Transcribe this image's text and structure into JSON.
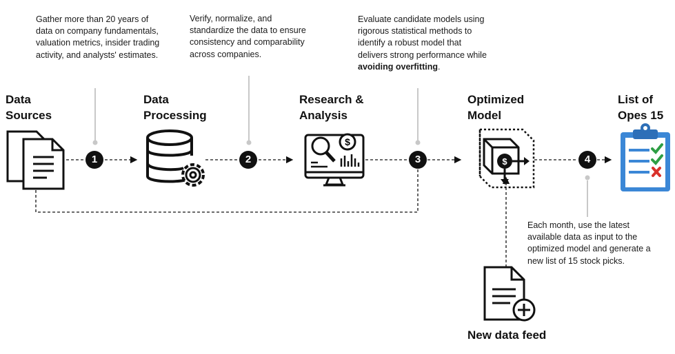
{
  "steps": [
    {
      "number": "1",
      "title_lines": [
        "Data",
        "Sources"
      ],
      "description": "Gather more than 20 years of data on company fundamentals, valuation metrics, insider trading activity, and analysts' estimates."
    },
    {
      "number": "2",
      "title_lines": [
        "Data",
        "Processing"
      ],
      "description": "Verify, normalize, and standardize the data to ensure consistency and comparability across companies."
    },
    {
      "number": "3",
      "title_lines": [
        "Research &",
        "Analysis"
      ],
      "description_plain": "Evaluate candidate models using rigorous statistical methods to identify a robust model that delivers strong performance while ",
      "description_bold": "avoiding overfitting",
      "description_end": "."
    },
    {
      "number": "4",
      "title_lines": [
        "Optimized",
        "Model"
      ],
      "description": "Each month, use the latest available data as input to the optimized model and generate a new list of 15 stock picks."
    }
  ],
  "output": {
    "title_lines": [
      "List of",
      "Opes 15"
    ]
  },
  "feed": {
    "label": "New data feed"
  },
  "icons": [
    "documents-icon",
    "database-gear-icon",
    "monitor-analytics-icon",
    "model-cube-icon",
    "checklist-clipboard-icon",
    "new-document-icon"
  ],
  "colors": {
    "check": "#2e9e44",
    "cross": "#d9312b",
    "clipboard": "#3b87d6",
    "lines": "#bdbdbd"
  }
}
